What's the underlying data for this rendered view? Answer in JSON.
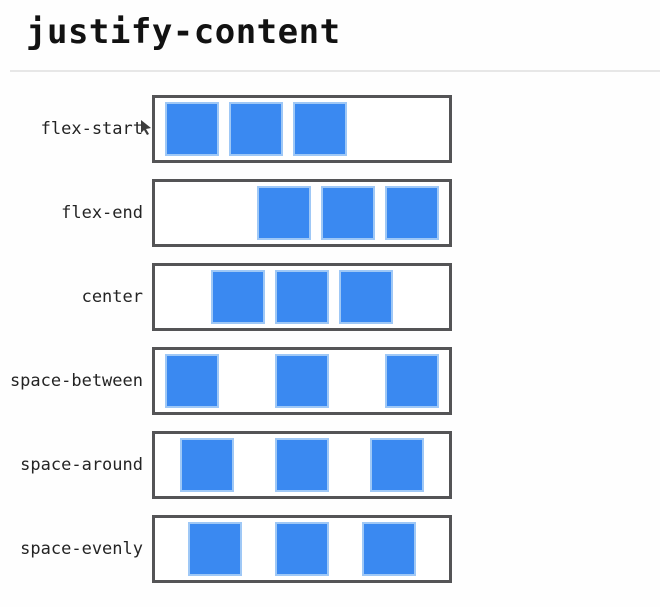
{
  "title": "justify-content",
  "rows": [
    {
      "label": "flex-start",
      "value": "flex-start"
    },
    {
      "label": "flex-end",
      "value": "flex-end"
    },
    {
      "label": "center",
      "value": "center"
    },
    {
      "label": "space-between",
      "value": "space-between"
    },
    {
      "label": "space-around",
      "value": "space-around"
    },
    {
      "label": "space-evenly",
      "value": "space-evenly"
    }
  ],
  "items_per_row": 3,
  "icons": {
    "mouse_cursor": "pointer-arrow"
  },
  "colors": {
    "square_fill": "#3a89f1",
    "square_edge": "#9fc8f6",
    "box_border": "#545456",
    "divider": "#e7e7e7",
    "title_text": "#121212",
    "label_text": "#242424",
    "background": "#fefefe"
  }
}
